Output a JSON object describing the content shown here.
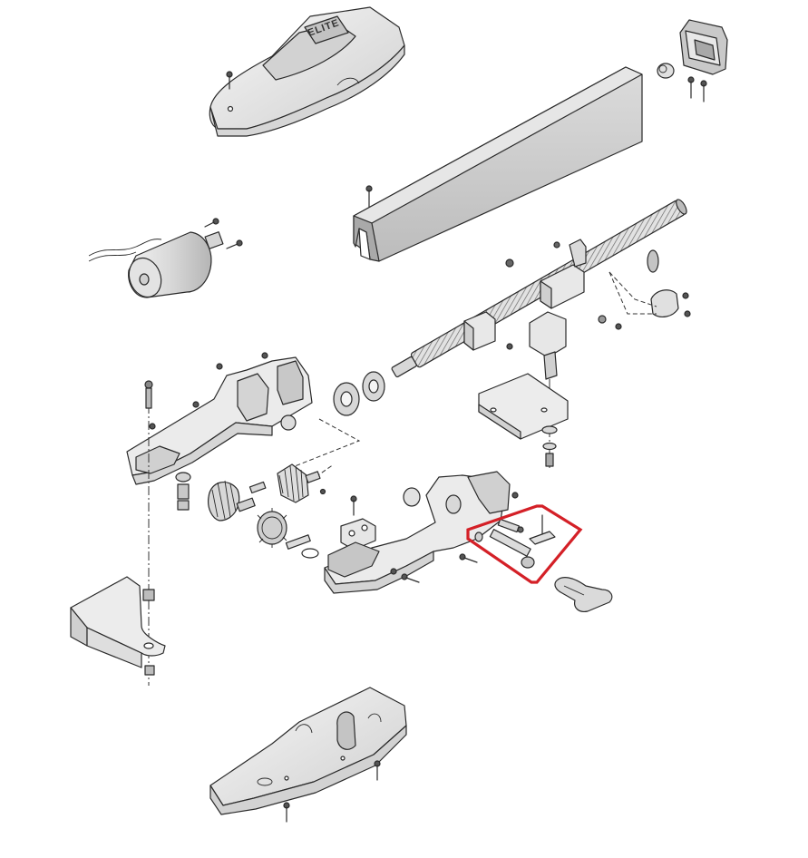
{
  "diagram": {
    "kind": "exploded-view",
    "logo_text": "ELITE",
    "highlight": {
      "color": "#d42027",
      "target": "release-lever-pin-assembly"
    },
    "colors": {
      "part_fill": "#ededed",
      "part_shade": "#cfcfcf",
      "part_dark": "#9e9e9e",
      "outline": "#2a2a2a",
      "metal": "#bdbdbd"
    },
    "parts": [
      "top-cover",
      "end-cap",
      "profile-tube",
      "motor",
      "worm-screw",
      "nut-carriage",
      "front-bracket",
      "gearbox-upper-half",
      "gearbox-lower-half",
      "bevel-gears",
      "terminal-block",
      "release-key",
      "rear-bracket",
      "bottom-cover"
    ]
  }
}
